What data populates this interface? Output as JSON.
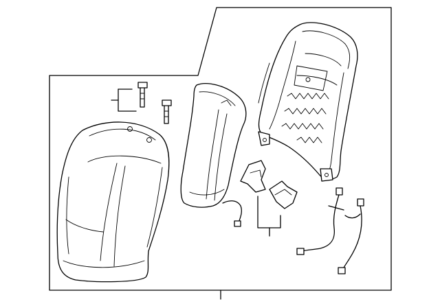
{
  "diagram": {
    "colors": {
      "line": "#000000",
      "background": "#ffffff"
    },
    "parts": [
      {
        "name": "seat-back-cushion-pad"
      },
      {
        "name": "seat-back-cover-panel"
      },
      {
        "name": "headrest-guide-bolts"
      },
      {
        "name": "seat-back-frame"
      },
      {
        "name": "mounting-brackets"
      },
      {
        "name": "wiring-harness"
      }
    ]
  }
}
